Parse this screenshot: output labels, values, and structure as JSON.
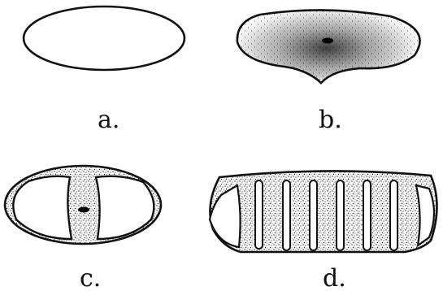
{
  "panels": [
    {
      "id": "a",
      "label": "a."
    },
    {
      "id": "b",
      "label": "b."
    },
    {
      "id": "c",
      "label": "c."
    },
    {
      "id": "d",
      "label": "d."
    }
  ],
  "colors": {
    "ink": "#111111",
    "paper": "#ffffff",
    "stipple": "#222222"
  }
}
